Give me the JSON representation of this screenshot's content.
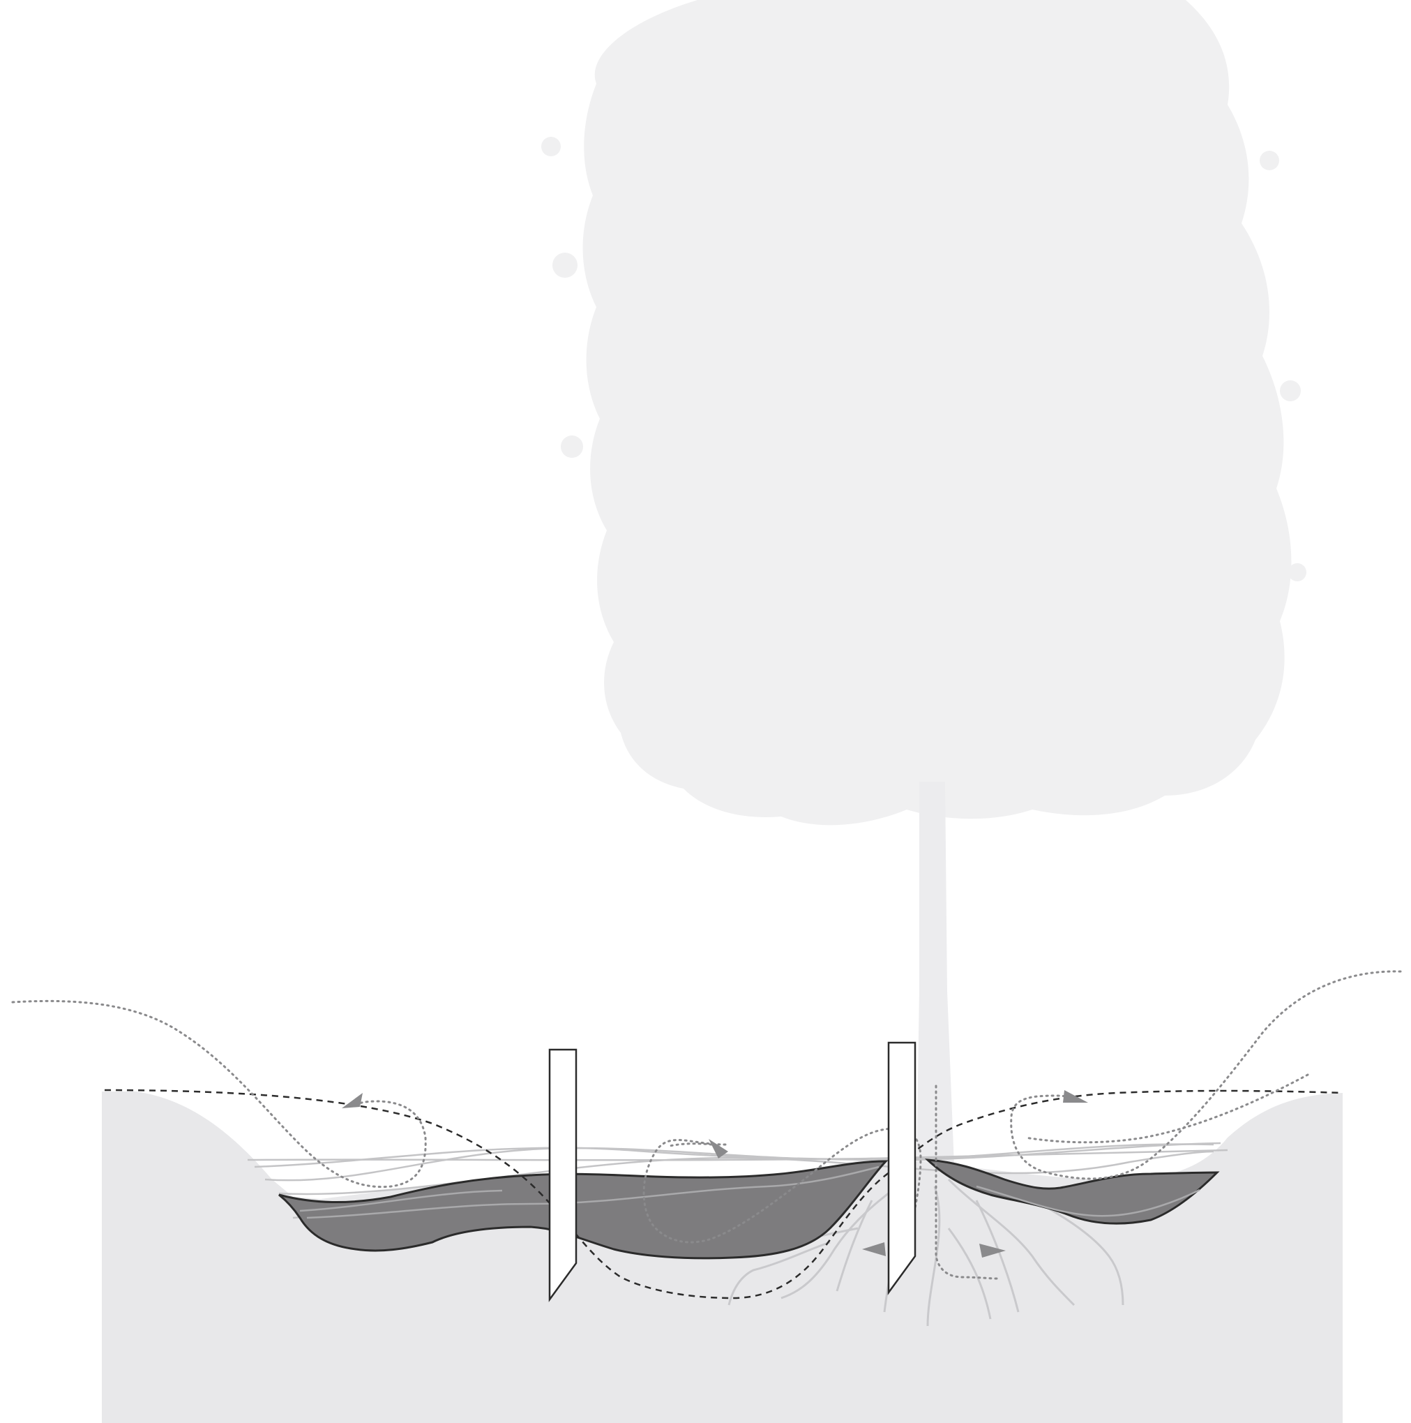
{
  "diagram": {
    "kind": "soil-cross-section",
    "labels": [],
    "colors": {
      "background": "#ffffff",
      "ground": "#e8e8ea",
      "tree": "#f0f0f1",
      "trunk": "#ececee",
      "water_layer": "#7d7c7e",
      "roots": "#c9c9cc",
      "flow_lines": "#c2c2c4",
      "dotted_path": "#8a8a8c",
      "dashed_line": "#2b2b2b",
      "arrow": "#8a8a8c",
      "post_fill": "#ffffff",
      "post_stroke": "#2b2b2b"
    },
    "elements": {
      "tree": "tree-silhouette",
      "posts": [
        "left-post",
        "right-post"
      ],
      "arrows": [
        "flow-arrow-1",
        "flow-arrow-2",
        "flow-arrow-3",
        "flow-arrow-4",
        "flow-arrow-5"
      ]
    }
  }
}
